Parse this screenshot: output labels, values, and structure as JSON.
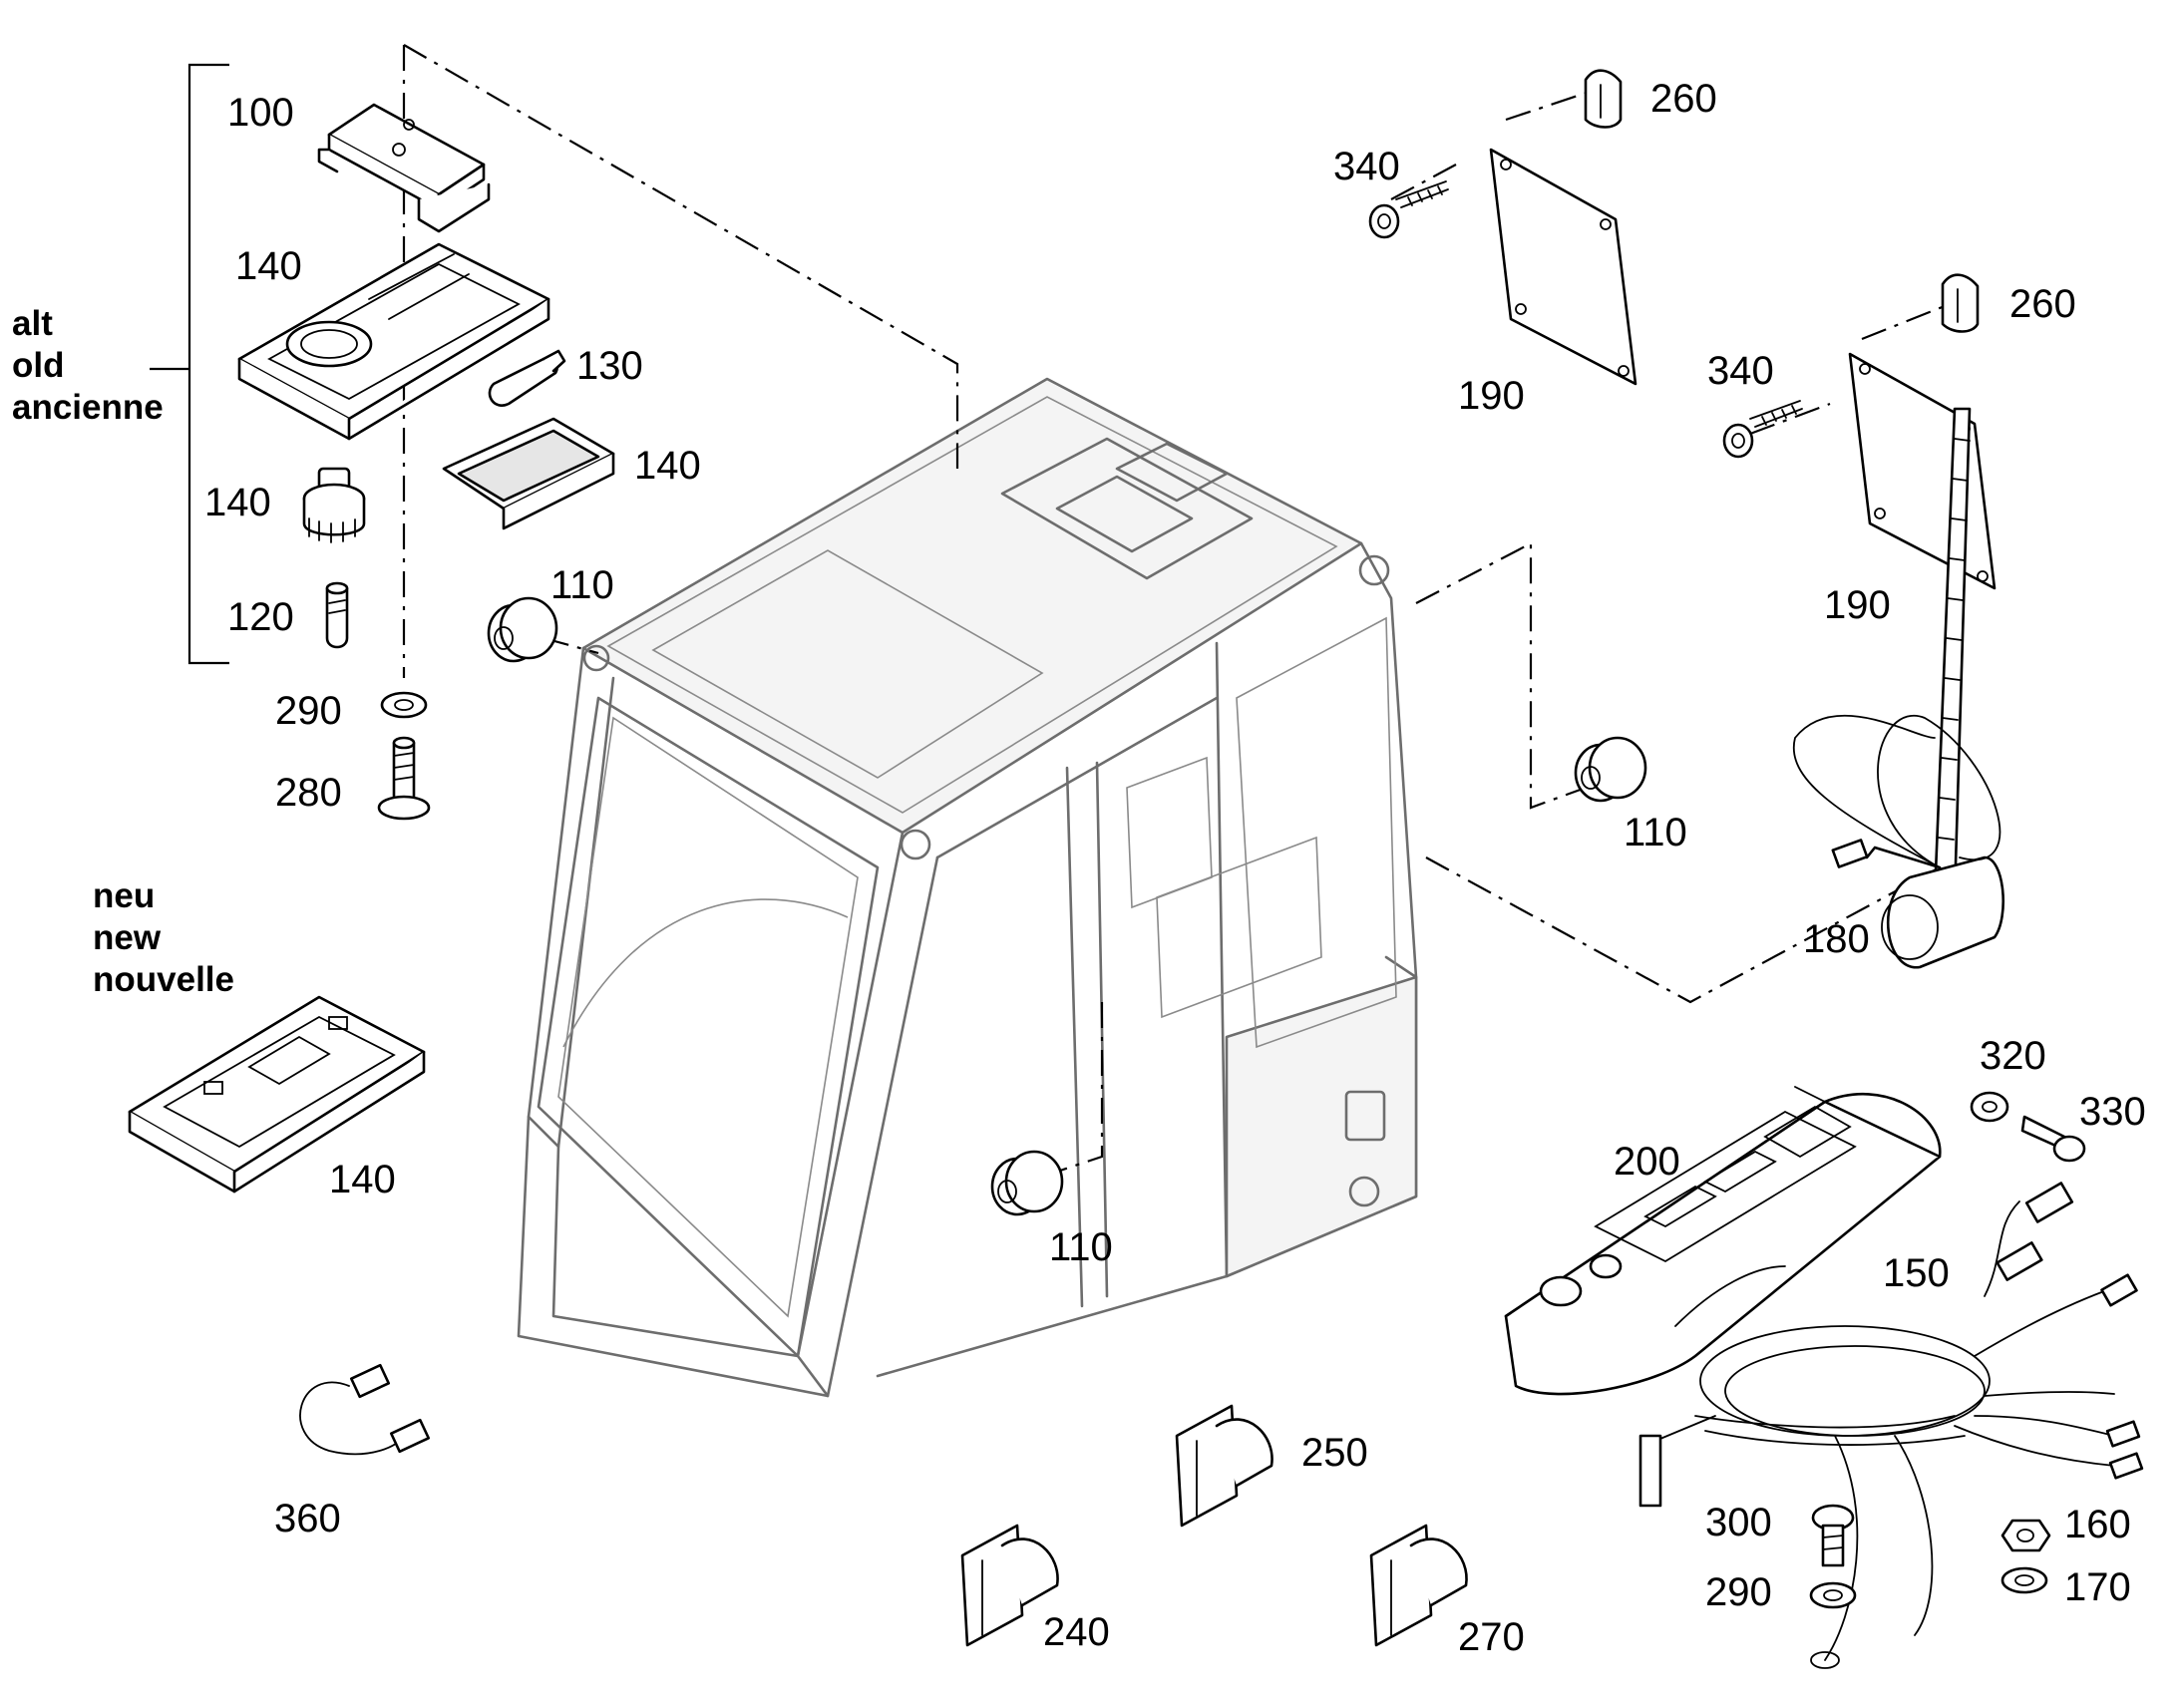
{
  "notes": {
    "old": [
      "alt",
      "old",
      "ancienne"
    ],
    "new": [
      "neu",
      "new",
      "nouvelle"
    ]
  },
  "labels": {
    "p100": "100",
    "p140_frame": "140",
    "p140_lamp_old": "140",
    "p140_socket": "140",
    "p140_lamp_new": "140",
    "p130": "130",
    "p120": "120",
    "p290_top": "290",
    "p280": "280",
    "p110_top": "110",
    "p110_right": "110",
    "p110_center": "110",
    "p260_a": "260",
    "p340_a": "340",
    "p190_a": "190",
    "p260_b": "260",
    "p340_b": "340",
    "p190_b": "190",
    "p180": "180",
    "p320": "320",
    "p330": "330",
    "p200": "200",
    "p150": "150",
    "p300": "300",
    "p290_bottom": "290",
    "p160": "160",
    "p170": "170",
    "p360": "360",
    "p250": "250",
    "p240": "240",
    "p270": "270"
  }
}
